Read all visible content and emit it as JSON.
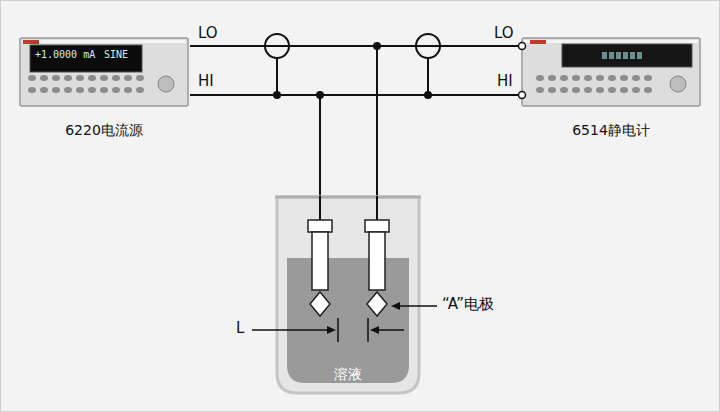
{
  "diagram": {
    "nodes": [
      {
        "text": [
          "6220电流源"
        ]
      },
      {
        "text": [
          "6514静电计"
        ]
      },
      {
        "text": [
          "溶液"
        ]
      }
    ],
    "edges": [
      {
        "from": 0,
        "to": 1,
        "arrow": "none"
      },
      {
        "from": 0,
        "to": 1,
        "arrow": "none"
      }
    ],
    "labels": [
      "+1.0000 mA",
      "SINE",
      "LO",
      "HI",
      "LO",
      "HI",
      "L",
      "“A”电极"
    ]
  }
}
